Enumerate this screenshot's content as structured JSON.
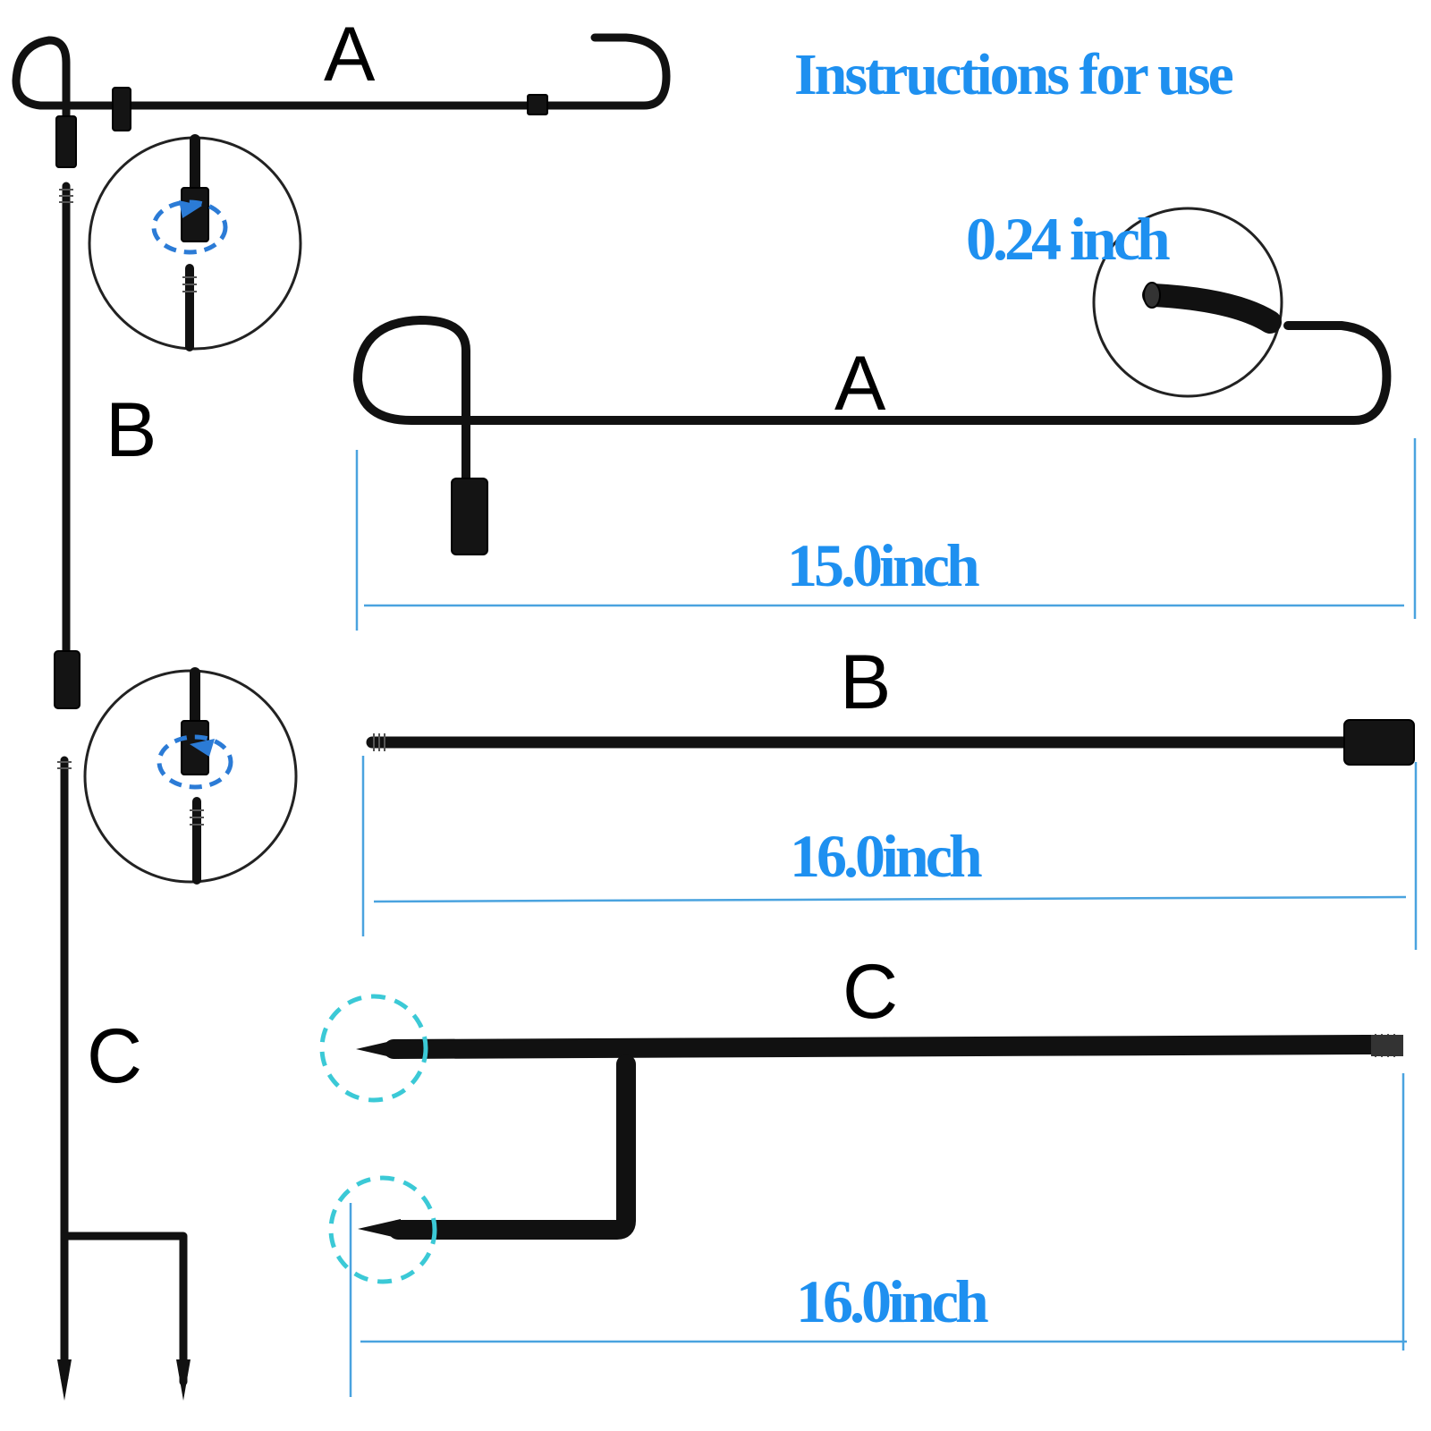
{
  "title": "Instructions for use",
  "accent_color": "#1e90f0",
  "dimension_line_color": "#4aa3df",
  "parts": {
    "a_label": "A",
    "b_label": "B",
    "c_label": "C"
  },
  "assembly": {
    "a_label": "A",
    "b_label": "B",
    "c_label": "C"
  },
  "rod_diameter_callout": "0.24 inch",
  "dimensions": {
    "a_length": "15.0inch",
    "b_length": "16.0inch",
    "c_length": "16.0inch"
  }
}
